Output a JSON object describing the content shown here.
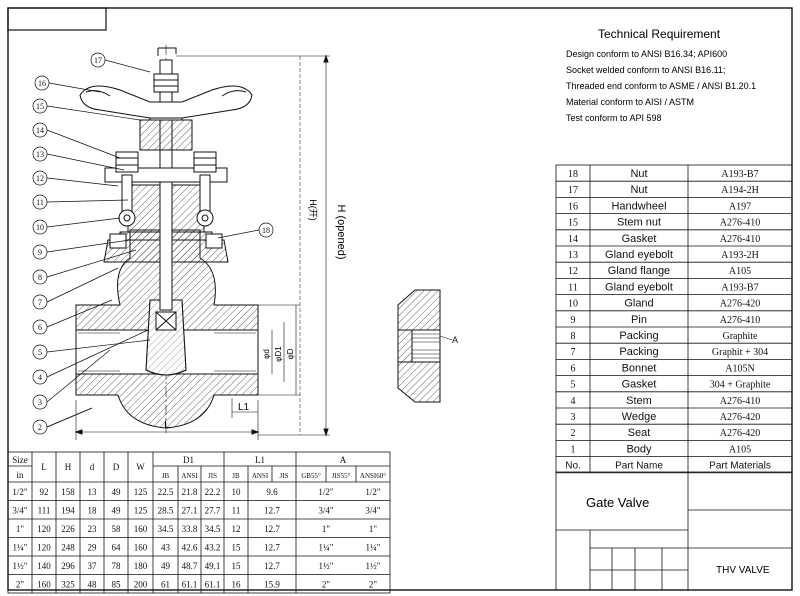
{
  "tech": {
    "title": "Technical Requirement",
    "lines": [
      "Design conform to ANSI B16.34; API600",
      "Socket welded conform to ANSI B16.11;",
      "Threaded end conform to ASME / ANSI B1.20.1",
      "Material conform to AISI / ASTM",
      "Test conform to API 598"
    ]
  },
  "parts": {
    "rows": [
      {
        "no": "18",
        "name": "Nut",
        "material": "A193-B7"
      },
      {
        "no": "17",
        "name": "Nut",
        "material": "A194-2H"
      },
      {
        "no": "16",
        "name": "Handwheel",
        "material": "A197"
      },
      {
        "no": "15",
        "name": "Stem nut",
        "material": "A276-410"
      },
      {
        "no": "14",
        "name": "Gasket",
        "material": "A276-410"
      },
      {
        "no": "13",
        "name": "Gland eyebolt",
        "material": "A193-2H"
      },
      {
        "no": "12",
        "name": "Gland flange",
        "material": "A105"
      },
      {
        "no": "11",
        "name": "Gland eyebolt",
        "material": "A193-B7"
      },
      {
        "no": "10",
        "name": "Gland",
        "material": "A276-420"
      },
      {
        "no": "9",
        "name": "Pin",
        "material": "A276-410"
      },
      {
        "no": "8",
        "name": "Packing",
        "material": "Graphite"
      },
      {
        "no": "7",
        "name": "Packing",
        "material": "Graphit + 304"
      },
      {
        "no": "6",
        "name": "Bonnet",
        "material": "A105N"
      },
      {
        "no": "5",
        "name": "Gasket",
        "material": "304 + Graphite"
      },
      {
        "no": "4",
        "name": "Stem",
        "material": "A276-410"
      },
      {
        "no": "3",
        "name": "Wedge",
        "material": "A276-420"
      },
      {
        "no": "2",
        "name": "Seat",
        "material": "A276-420"
      },
      {
        "no": "1",
        "name": "Body",
        "material": "A105"
      }
    ],
    "header": {
      "no": "No.",
      "name": "Part Name",
      "material": "Part Materials"
    }
  },
  "title_block": {
    "name": "Gate Valve",
    "model": "THV VALVE"
  },
  "dims": {
    "h1": [
      "Size",
      "L",
      "H",
      "d",
      "D",
      "W",
      "D1",
      "L1",
      "A"
    ],
    "h2": [
      "in",
      "JB",
      "ANSI",
      "JIS",
      "JB",
      "ANSI",
      "JIS",
      "GB55°",
      "JIS55°",
      "ANSI60°"
    ],
    "rows": [
      [
        "1/2\"",
        "92",
        "158",
        "13",
        "49",
        "125",
        "22.5",
        "21.8",
        "22.2",
        "10",
        "9.6",
        "",
        "1/2\"",
        "",
        "1/2\""
      ],
      [
        "3/4\"",
        "111",
        "194",
        "18",
        "49",
        "125",
        "28.5",
        "27.1",
        "27.7",
        "11",
        "12.7",
        "",
        "3/4\"",
        "",
        "3/4\""
      ],
      [
        "1\"",
        "120",
        "226",
        "23",
        "58",
        "160",
        "34.5",
        "33.8",
        "34.5",
        "12",
        "12.7",
        "",
        "1\"",
        "",
        "1\""
      ],
      [
        "1¼\"",
        "120",
        "248",
        "29",
        "64",
        "160",
        "43",
        "42.6",
        "43.2",
        "15",
        "12.7",
        "",
        "1¼\"",
        "",
        "1¼\""
      ],
      [
        "1½\"",
        "140",
        "296",
        "37",
        "78",
        "180",
        "49",
        "48.7",
        "49.1",
        "15",
        "12.7",
        "",
        "1½\"",
        "",
        "1½\""
      ],
      [
        "2\"",
        "160",
        "325",
        "48",
        "85",
        "200",
        "61",
        "61.1",
        "61.1",
        "16",
        "15.9",
        "",
        "2\"",
        "",
        "2\""
      ]
    ]
  },
  "drawing": {
    "callouts": [
      "17",
      "16",
      "15",
      "14",
      "13",
      "12",
      "11",
      "10",
      "9",
      "8",
      "7",
      "6",
      "5",
      "4",
      "3",
      "2",
      "1",
      "18"
    ],
    "labels": {
      "H": "H (opened)",
      "Hf": "H(开)",
      "L": "L",
      "L1": "L1",
      "d": "φd",
      "D1": "φD1",
      "D": "φD",
      "A": "A"
    }
  }
}
